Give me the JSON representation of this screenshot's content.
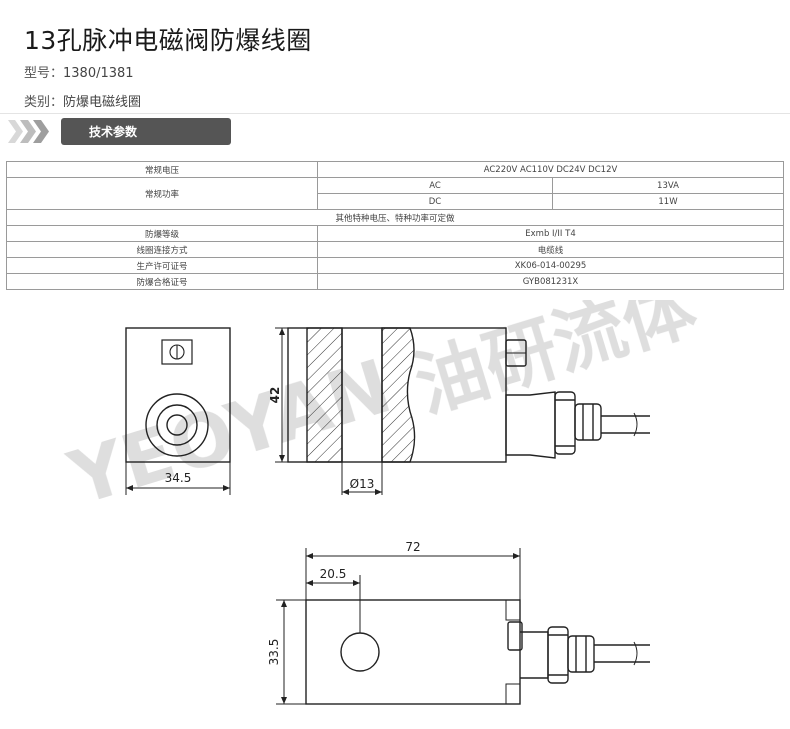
{
  "page": {
    "title": "13孔脉冲电磁阀防爆线圈",
    "model_label": "型号：",
    "model_value": "1380/1381",
    "category_label": "类别：",
    "category_value": "防爆电磁线圈"
  },
  "tabs": {
    "active_label": "技术参数"
  },
  "spec_table": {
    "voltage_key": "常规电压",
    "voltage_value": "AC220V  AC110V  DC24V  DC12V",
    "power_key": "常规功率",
    "power_ac_label": "AC",
    "power_ac_value": "13VA",
    "power_dc_label": "DC",
    "power_dc_value": "11W",
    "note": "其他特种电压、特种功率可定做",
    "explosion_key": "防爆等级",
    "explosion_value": "Exmb I/II T4",
    "wiring_key": "线圈连接方式",
    "wiring_value": "电缆线",
    "license_key": "生产许可证号",
    "license_value": "XK06-014-00295",
    "cert_key": "防爆合格证号",
    "cert_value": "GYB081231X"
  },
  "drawing": {
    "dim_width_front": "34.5",
    "dim_height_side": "42",
    "dim_hole": "Ø13",
    "dim_total_length": "72",
    "dim_offset": "20.5",
    "dim_height_bottom": "33.5",
    "watermark_en": "YEOYAN",
    "watermark_cn": "油研流体"
  }
}
